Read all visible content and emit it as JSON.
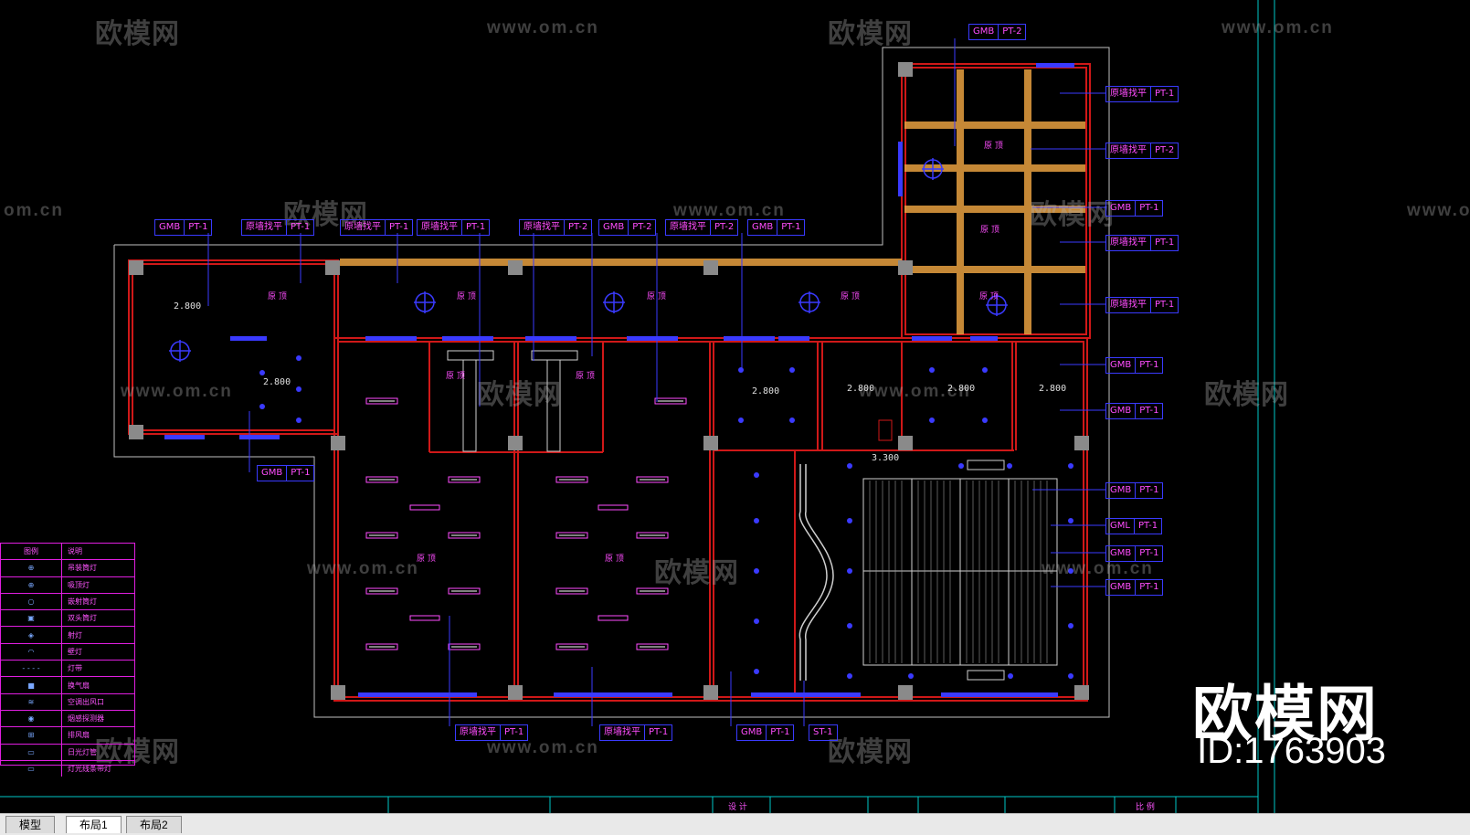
{
  "tabs": [
    "模型",
    "布局1",
    "布局2"
  ],
  "active_tab": "布局1",
  "watermark": {
    "logo_text": "欧模网",
    "url_text": "www.om.cn",
    "url_partial": "om.cn",
    "url_partial_right": "www.o"
  },
  "brand": {
    "name": "欧模网",
    "id": "ID:1763903"
  },
  "tags_top": [
    [
      "GMB",
      "PT-1"
    ],
    [
      "原墙找平",
      "PT-1"
    ],
    [
      "原墙找平",
      "PT-1"
    ],
    [
      "原墙找平",
      "PT-1"
    ],
    [
      "原墙找平",
      "PT-2"
    ],
    [
      "GMB",
      "PT-2"
    ],
    [
      "原墙找平",
      "PT-2"
    ],
    [
      "GMB",
      "PT-1"
    ]
  ],
  "tags_right": [
    [
      "GMB",
      "PT-2"
    ],
    [
      "原墙找平",
      "PT-1"
    ],
    [
      "原墙找平",
      "PT-2"
    ],
    [
      "GMB",
      "PT-1"
    ],
    [
      "原墙找平",
      "PT-1"
    ],
    [
      "原墙找平",
      "PT-1"
    ],
    [
      "GMB",
      "PT-1"
    ],
    [
      "GMB",
      "PT-1"
    ],
    [
      "GMB",
      "PT-1"
    ],
    [
      "GML",
      "PT-1"
    ],
    [
      "GMB",
      "PT-1"
    ],
    [
      "GMB",
      "PT-1"
    ]
  ],
  "tags_bottom": [
    [
      "原墙找平",
      "PT-1"
    ],
    [
      "原墙找平",
      "PT-1"
    ],
    [
      "GMB",
      "PT-1"
    ],
    [
      "ST-1"
    ]
  ],
  "tag_left": [
    "GMB",
    "PT-1"
  ],
  "dimensions": [
    "2.800",
    "2.800",
    "2.800",
    "2.800",
    "2.800",
    "2.800",
    "3.300"
  ],
  "legend": {
    "header": [
      "图例",
      "说明"
    ],
    "rows": [
      "吊装筒灯",
      "吸顶灯",
      "嵌射筒灯",
      "双头筒灯",
      "射灯",
      "壁灯",
      "灯带",
      "换气扇",
      "空调出风口",
      "烟感探测器",
      "排风扇",
      "日光灯管",
      "灯光线条带灯"
    ]
  },
  "title_block": [
    "设 计",
    "比 例"
  ],
  "colors": {
    "wall": "#d01818",
    "fixture": "#3a3aff",
    "tag_text": "#ff4dff",
    "orange_beam": "#e8a040",
    "outline": "#bfbfbf"
  }
}
